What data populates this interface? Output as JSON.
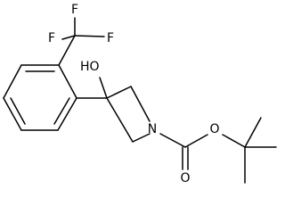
{
  "molecule": {
    "atoms": {
      "f_top": "F",
      "f_right": "F",
      "f_left": "F",
      "hydroxyl": "HO",
      "nitrogen": "N",
      "ester_oxygen": "O",
      "carbonyl_oxygen": "O"
    },
    "colors": {
      "bond": "#000000",
      "label": "#000000",
      "background": "#ffffff"
    }
  }
}
